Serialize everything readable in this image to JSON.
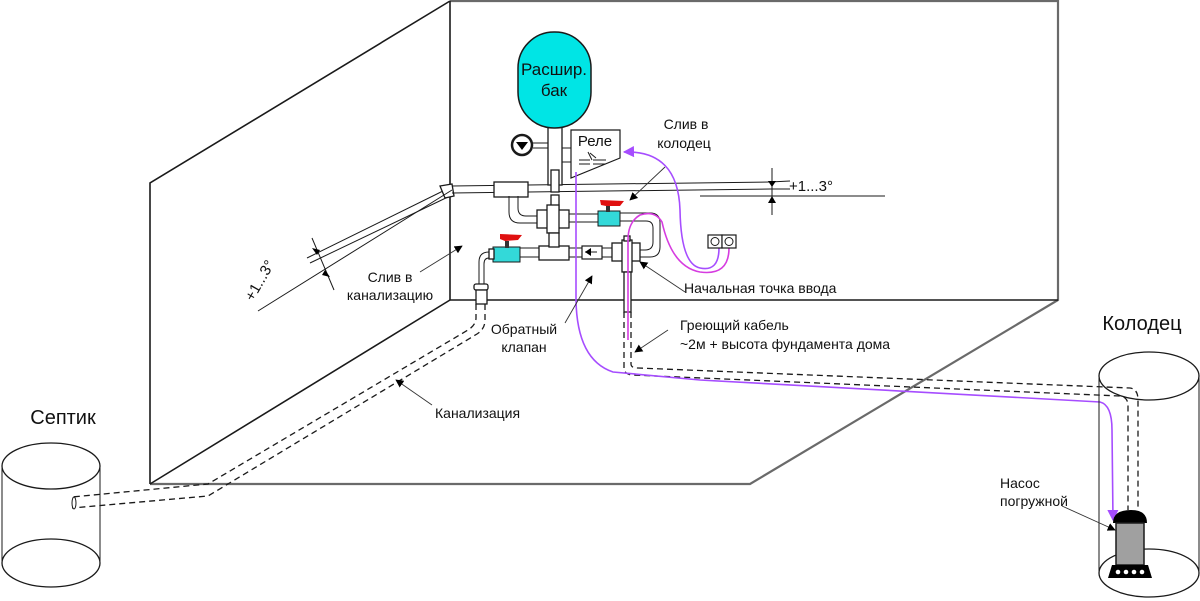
{
  "diagram": {
    "title": "Схема подключения водоснабжения из колодца",
    "colors": {
      "tank_fill": "#00e5e5",
      "valve_body": "#33d9d9",
      "valve_handle": "#e01010",
      "pump_body": "#a0a0a0",
      "cable_purple": "#a64dff",
      "cable_magenta": "#d63ce0",
      "line": "#1a1a1a"
    },
    "labels": {
      "tank_line1": "Расшир.",
      "tank_line2": "бак",
      "relay": "Реле",
      "drain_well_line1": "Слив в",
      "drain_well_line2": "колодец",
      "slope_right": "+1...3°",
      "slope_left": "+1...3°",
      "drain_sewer_line1": "Слив в",
      "drain_sewer_line2": "канализацию",
      "entry_point": "Начальная точка ввода",
      "check_valve_line1": "Обратный",
      "check_valve_line2": "клапан",
      "heating_cable_line1": "Греющий кабель",
      "heating_cable_line2": "~2м + высота фундамента дома",
      "sewer": "Канализация",
      "septic": "Септик",
      "well": "Колодец",
      "pump_line1": "Насос",
      "pump_line2": "погружной"
    },
    "components": [
      {
        "id": "expansion-tank",
        "icon": "tank-icon"
      },
      {
        "id": "pressure-gauge",
        "icon": "gauge-icon"
      },
      {
        "id": "pressure-relay",
        "icon": "relay-icon"
      },
      {
        "id": "ball-valve-well",
        "icon": "valve-icon"
      },
      {
        "id": "ball-valve-sewer",
        "icon": "valve-icon"
      },
      {
        "id": "check-valve",
        "icon": "check-valve-icon"
      },
      {
        "id": "power-socket",
        "icon": "socket-icon"
      },
      {
        "id": "submersible-pump",
        "icon": "pump-icon"
      }
    ]
  }
}
